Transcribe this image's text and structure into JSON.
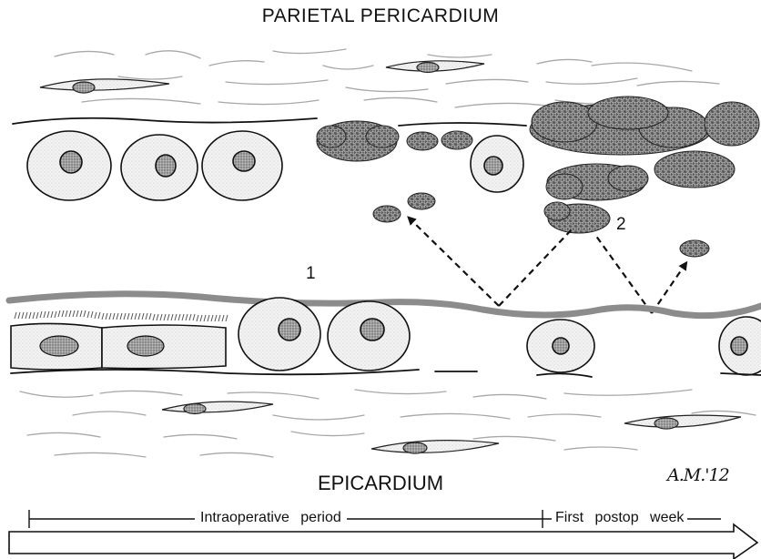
{
  "labels": {
    "top_title": "PARIETAL   PERICARDIUM",
    "bottom_title": "EPICARDIUM",
    "marker_1": "1",
    "marker_2": "2",
    "signature": "A.M.'12",
    "period_intraoperative": "Intraoperative   period",
    "period_first_week": "First   postop   week"
  },
  "colors": {
    "ink": "#111111",
    "cell_fill": "#f1f1f1",
    "nucleus_fill": "#9a9a9a",
    "membrane": "#8c8c8c",
    "fibrin_dark": "#4a4a4a",
    "fiber_line": "#a8a8a8"
  }
}
